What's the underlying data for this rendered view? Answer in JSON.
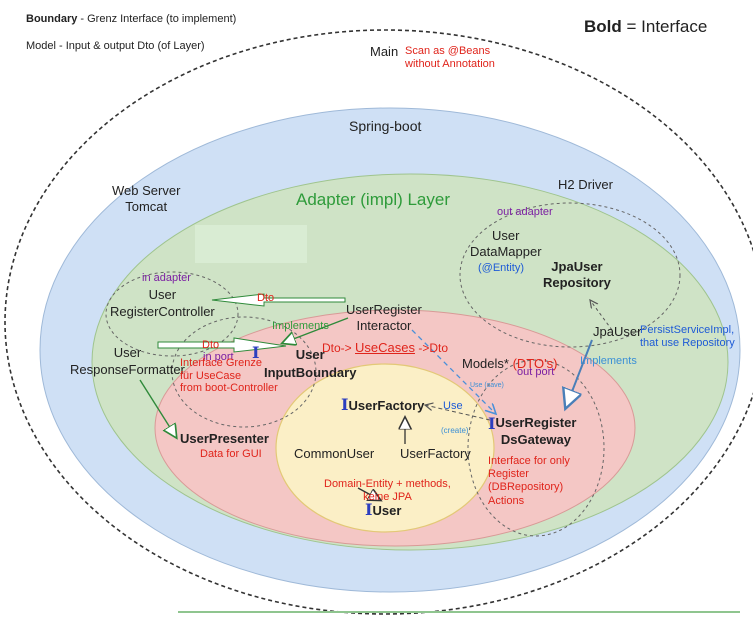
{
  "legend": {
    "boundary_bold": "Boundary",
    "boundary_rest": " - Grenz Interface (to implement)",
    "model": "Model - Input & output Dto (of Layer)",
    "bold_interface_bold": "Bold",
    "bold_interface_rest": " = Interface"
  },
  "main": {
    "title": "Main",
    "note": "Scan as @Beans\nwithout Annotation"
  },
  "spring_boot": "Spring-boot",
  "web_server": "Web Server\nTomcat",
  "h2_driver": "H2 Driver",
  "adapter_layer": "Adapter (impl) Layer",
  "out_adapter": "out adapter",
  "user_datamapper": "User\nDataMapper",
  "entity_annotation": "(@Entity)",
  "jpa_user_repository": "JpaUser\nRepository",
  "jpa_user": "JpaUser",
  "persist_service": "PersistServiceImpl,\nthat use Repository",
  "implements_blue": "Implements",
  "in_adapter": "in adapter",
  "user_register_controller": "User\nRegisterController",
  "dto_top": "Dto",
  "dto_mid": "Dto",
  "user_register_interactor": "UserRegister\nInteractor",
  "implements_green": "Implements",
  "in_port": "in port",
  "i_user_inputboundary_i": "I",
  "i_user_inputboundary": "User\nInputBoundary",
  "user_response_formatter": "User\nResponseFormatter",
  "usecases_prefix": "Dto-> ",
  "usecases": "UseCases",
  "usecases_suffix": " ->Dto",
  "models": "Models*",
  "dtos": "(DTO's)",
  "use_save": "Use (save)",
  "interface_grenze": "Interface Grenze\nfür UseCase\nfrom boot-Controller",
  "user_presenter": "UserPresenter",
  "data_for_gui": "Data for GUI",
  "i_user_factory_i": "I",
  "i_user_factory": "UserFactory",
  "use_label": "Use",
  "create_label": "(create)",
  "out_port": "out port",
  "i_user_register_i": "I",
  "i_user_register": "UserRegister\nDsGateway",
  "interface_register": "Interface for only\nRegister\n(DBRepository)\nActions",
  "common_user": "CommonUser",
  "user_factory": "UserFactory",
  "domain_entity": "Domain-Entity + methods,\nkeine JPA",
  "i_user_i": "I",
  "i_user": "User",
  "colors": {
    "outer_dashed": "#333333",
    "spring_boot_fill": "#cfe0f5",
    "adapter_fill": "#cfe3c6",
    "usecase_fill": "#f4c7c5",
    "domain_fill": "#fbefc6",
    "interface_text": "#e0241b",
    "adapter_text": "#2e9b3a",
    "port_text": "#7b1fa2"
  }
}
